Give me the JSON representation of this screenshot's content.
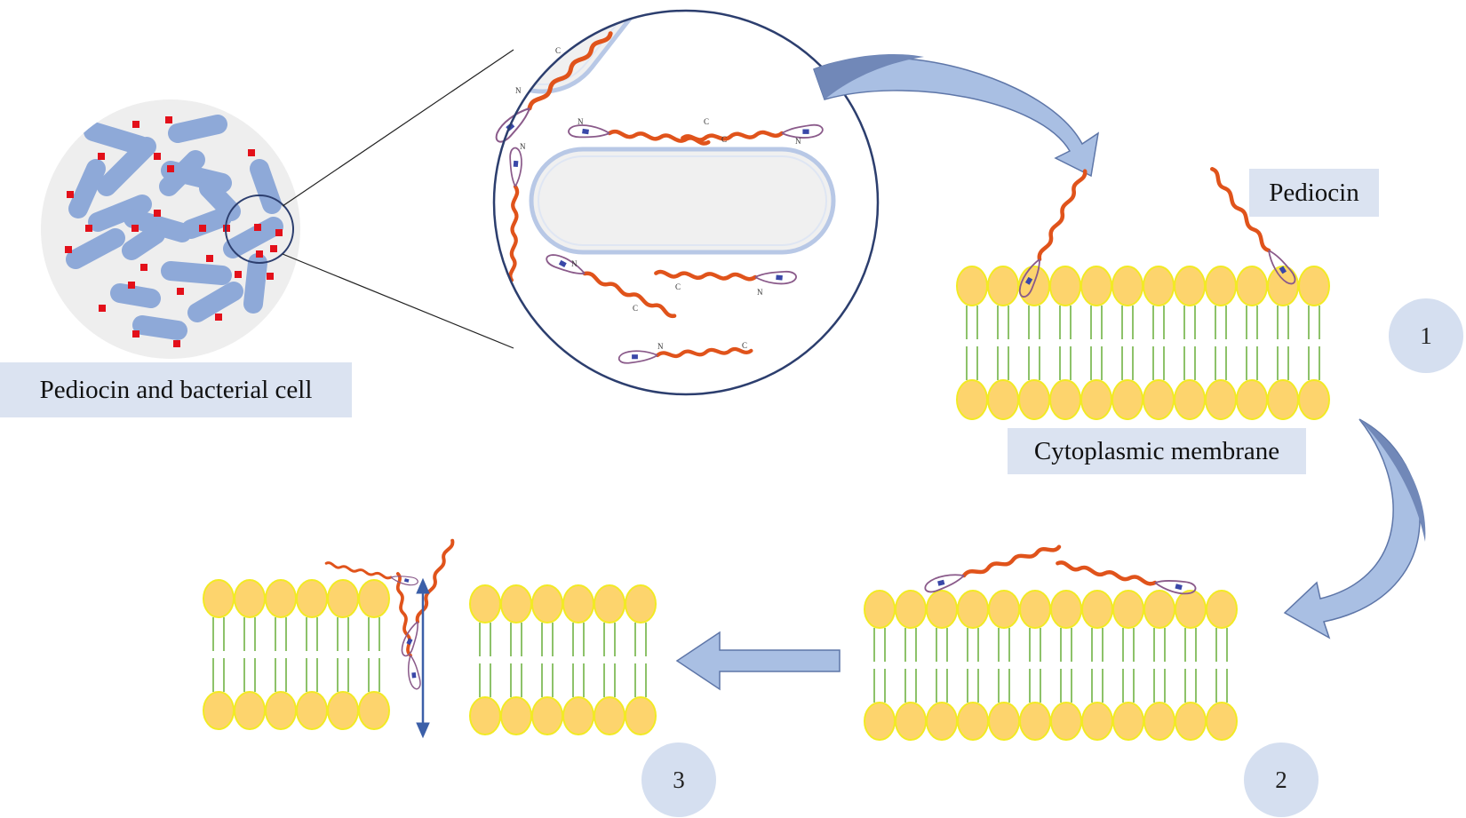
{
  "labels": {
    "bacterial_cell": "Pediocin and bacterial cell",
    "pediocin": "Pediocin",
    "membrane": "Cytoplasmic membrane"
  },
  "steps": [
    "1",
    "2",
    "3"
  ],
  "peptide_ends": {
    "n": "N",
    "c": "C"
  },
  "colors": {
    "rod": "#8ea9d8",
    "pediocin_dot": "#e3101a",
    "cell_bg": "#eeeeee",
    "label_bg": "#dbe3f1",
    "step_bg": "#d5dff0",
    "lipid_head": "#fdd46d",
    "lipid_outline": "#f2ea24",
    "lipid_tail": "#8dc26a",
    "arrow_fill": "#a9bfe3",
    "arrow_dark": "#7188b8",
    "peptide": "#e0531b",
    "peptide_loop": "#3a48a8",
    "pore_arrow": "#3b5fa8",
    "zoom_border": "#2c3e6e"
  }
}
